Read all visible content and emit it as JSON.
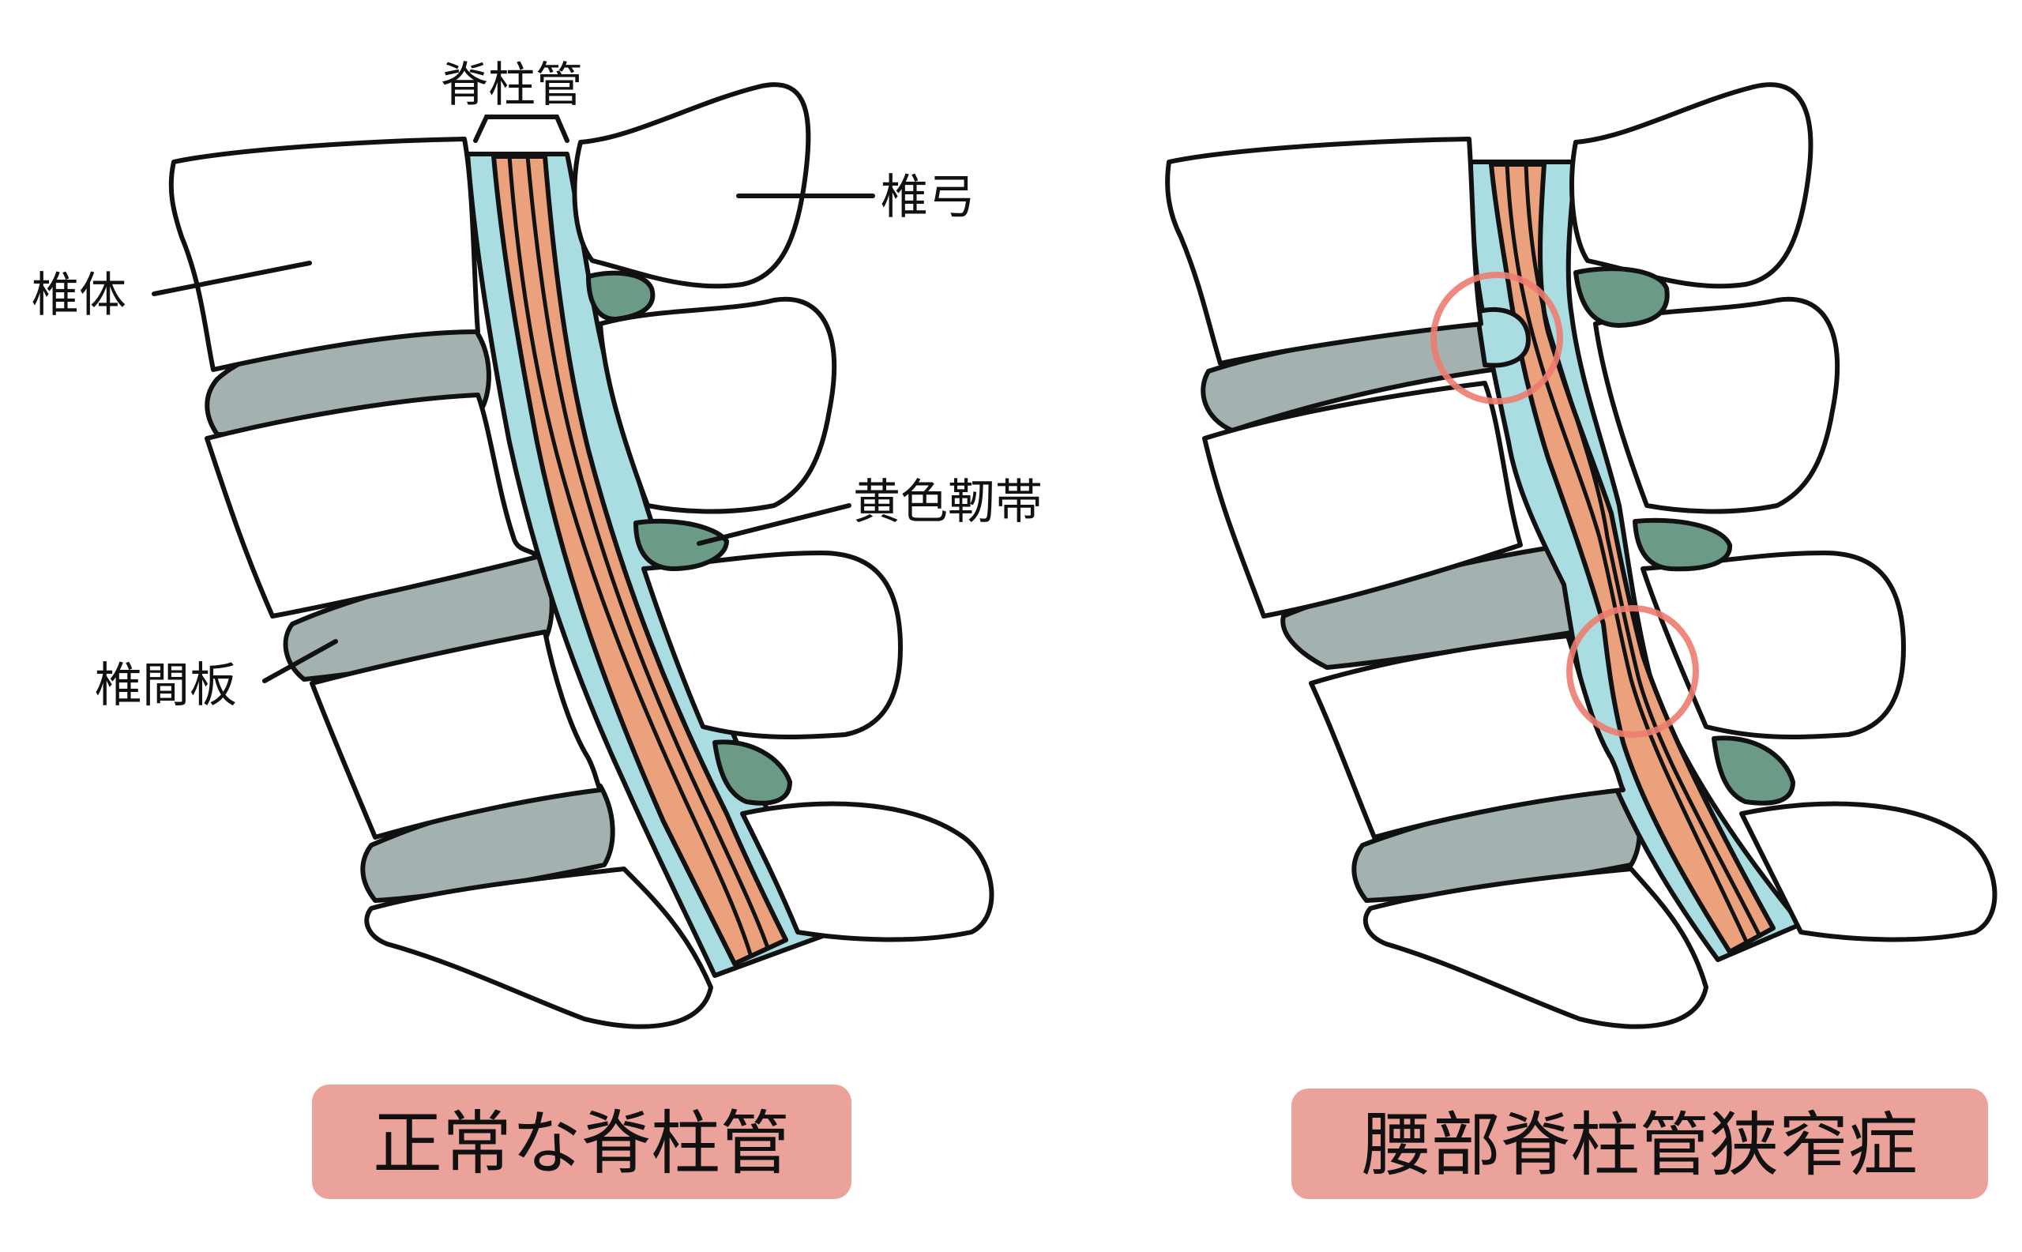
{
  "labels": {
    "spinal_canal": "脊柱管",
    "vertebral_arch": "椎弓",
    "vertebral_body": "椎体",
    "ligamentum_flavum": "黄色靭帯",
    "intervertebral_disc": "椎間板"
  },
  "captions": {
    "normal": "正常な脊柱管",
    "stenosis": "腰部脊柱管狭窄症"
  },
  "colors": {
    "bone": "#ffffff",
    "disc": "#a3b1b1",
    "ligament": "#6b9a87",
    "canal": "#a9dde2",
    "spinal_cord": "#eba27c",
    "highlight_ring": "#ed7c70",
    "caption_box": "#eaa29a"
  }
}
